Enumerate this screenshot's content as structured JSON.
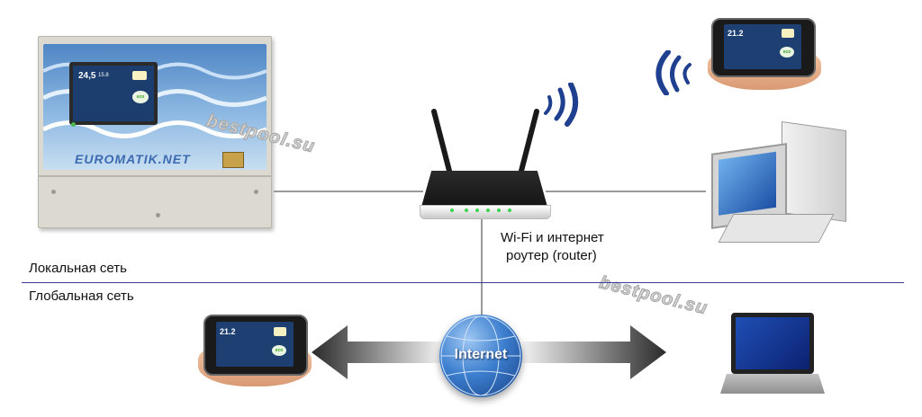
{
  "labels": {
    "router": "Wi-Fi и интернет",
    "router_sub": "роутер (router)",
    "local_network": "Локальная сеть",
    "global_network": "Глобальная сеть",
    "internet": "Internet"
  },
  "watermarks": [
    "bestpool.su",
    "bestpool.su"
  ],
  "control_unit": {
    "brand": "EUROMATIK.NET",
    "display_value": "24,5",
    "display_unit": "15.8"
  },
  "phone_top": {
    "value": "21.2"
  },
  "phone_bottom": {
    "value": "21.2"
  },
  "eco": "eco",
  "colors": {
    "wifi_waves": "#1f3f8f",
    "network_line": "#9a9a9a",
    "divider": "#3c3f9a"
  }
}
